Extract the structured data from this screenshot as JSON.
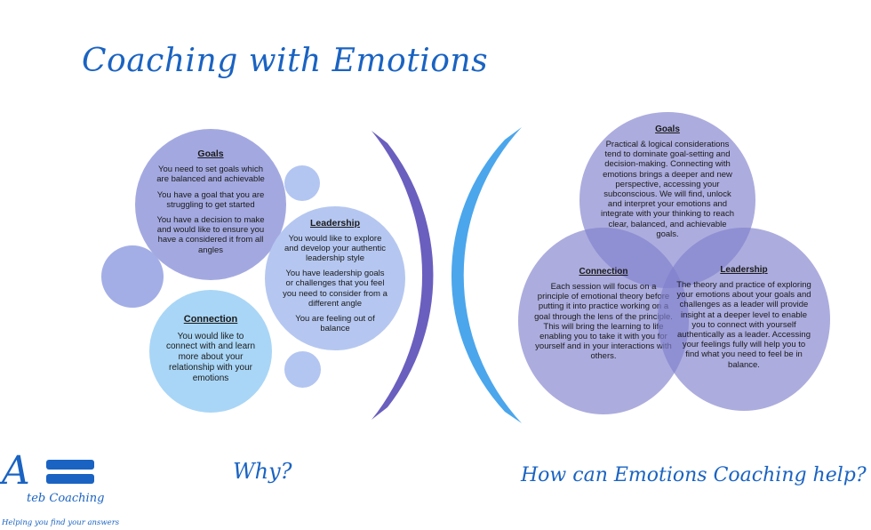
{
  "title": "Coaching with Emotions",
  "left_diagram": {
    "goals": {
      "heading": "Goals",
      "items": [
        "You need to set goals which are balanced and achievable",
        "You have a goal that you are struggling to get started",
        "You have a decision to make and would like to ensure you have a considered it from all angles"
      ]
    },
    "leadership": {
      "heading": "Leadership",
      "items": [
        "You would like to explore and develop your authentic leadership style",
        "You have leadership goals or challenges that you feel you need to consider from a different angle",
        "You are feeling out of balance"
      ]
    },
    "connection": {
      "heading": "Connection",
      "items": [
        "You would like to connect with and learn more about your relationship with your emotions"
      ]
    }
  },
  "right_diagram": {
    "goals": {
      "heading": "Goals",
      "text": "Practical & logical considerations tend to dominate goal-setting and decision-making. Connecting with emotions brings a deeper and new perspective, accessing your subconscious. We will find, unlock and interpret your emotions and integrate with your thinking to reach clear, balanced, and achievable goals."
    },
    "connection": {
      "heading": "Connection",
      "text": "Each session will focus on a principle of emotional theory before putting it into practice working on  a goal through the lens of the principle. This will bring the learning to life enabling you to take it with you for yourself and in your interactions with others."
    },
    "leadership": {
      "heading": "Leadership",
      "text": "The theory and practice of exploring your emotions about your goals and challenges as a leader will provide insight at a deeper level to enable you to connect with yourself authentically as a leader. Accessing your feelings fully will help you to find what you need to feel be in balance."
    }
  },
  "why_label": "Why?",
  "how_label": "How can Emotions Coaching help?",
  "logo": {
    "letter": "A",
    "name": "teb Coaching",
    "tagline": "Helping you find your answers"
  },
  "colors": {
    "brand_blue": "#1a63c2",
    "arc_purple": "#6a5fbe",
    "arc_blue": "#4ba6ec",
    "circle_purple": "#a3a9e0",
    "circle_periwinkle": "#b5c7f0",
    "circle_light_blue": "#a9d6f6"
  }
}
